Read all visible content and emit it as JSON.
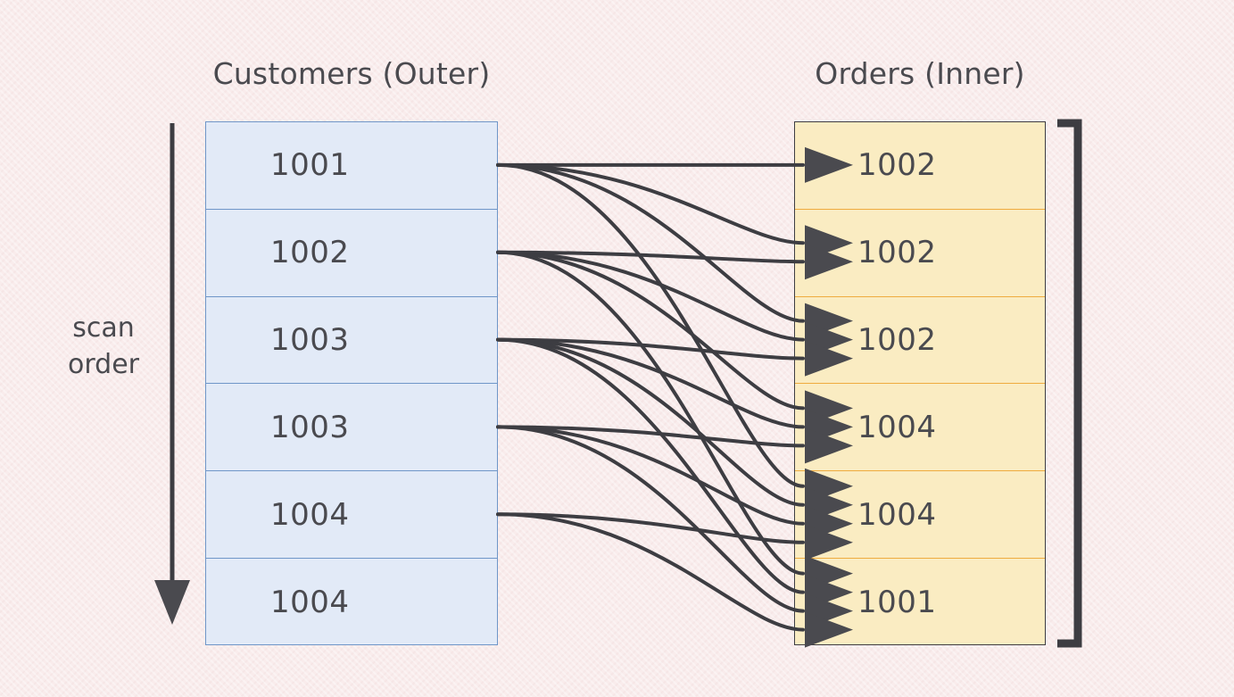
{
  "diagram": {
    "type": "nested-loop-join-illustration",
    "background_color": "#f9ecec",
    "scan_label_line1": "scan",
    "scan_label_line2": "order"
  },
  "outer": {
    "title": "Customers (Outer)",
    "role": "Outer",
    "fill_color": "#e2eaf7",
    "border_color": "#6f96c8",
    "rows": [
      {
        "value": "1001"
      },
      {
        "value": "1002"
      },
      {
        "value": "1003"
      },
      {
        "value": "1003"
      },
      {
        "value": "1004"
      },
      {
        "value": "1004"
      }
    ]
  },
  "inner": {
    "title": "Orders (Inner)",
    "role": "Inner",
    "fill_color": "#faecc2",
    "border_color": "#3d3d42",
    "divider_color": "#efab3e",
    "rows": [
      {
        "value": "1002"
      },
      {
        "value": "1002"
      },
      {
        "value": "1002"
      },
      {
        "value": "1004"
      },
      {
        "value": "1004"
      },
      {
        "value": "1001"
      }
    ]
  },
  "connector_color": "#3d3d42",
  "connections": [
    {
      "from_row": 0,
      "to_row": 0
    },
    {
      "from_row": 0,
      "to_row": 1
    },
    {
      "from_row": 0,
      "to_row": 2
    },
    {
      "from_row": 0,
      "to_row": 4
    },
    {
      "from_row": 1,
      "to_row": 1
    },
    {
      "from_row": 1,
      "to_row": 2
    },
    {
      "from_row": 1,
      "to_row": 3
    },
    {
      "from_row": 1,
      "to_row": 5
    },
    {
      "from_row": 2,
      "to_row": 2
    },
    {
      "from_row": 2,
      "to_row": 3
    },
    {
      "from_row": 2,
      "to_row": 4
    },
    {
      "from_row": 2,
      "to_row": 5
    },
    {
      "from_row": 3,
      "to_row": 3
    },
    {
      "from_row": 3,
      "to_row": 4
    },
    {
      "from_row": 3,
      "to_row": 5
    },
    {
      "from_row": 4,
      "to_row": 4
    },
    {
      "from_row": 4,
      "to_row": 5
    }
  ],
  "bracket": {
    "side": "right",
    "shape": "]"
  },
  "scan_arrow": {
    "direction": "down"
  }
}
